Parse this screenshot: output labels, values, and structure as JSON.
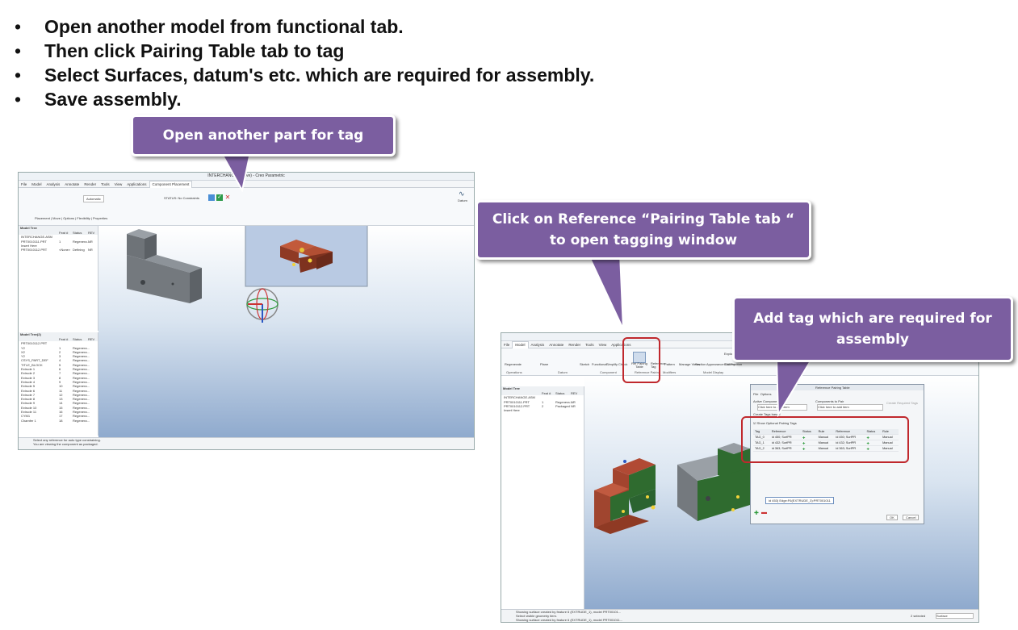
{
  "bullets": [
    "Open another model from functional tab.",
    "Then click Pairing Table tab to tag",
    "Select Surfaces, datum's etc. which are required for assembly.",
    "Save assembly."
  ],
  "bullet_symbol": "•",
  "callouts": {
    "open_part": "Open another part for tag",
    "pairing_table": "Click on Reference “Pairing Table tab “ to open tagging window",
    "add_tag": "Add tag which are required for assembly"
  },
  "colors": {
    "callout_bg": "#7b5ea0",
    "highlight": "#c0282d",
    "part_gray": "#7d8287",
    "part_brown": "#a0452f",
    "part_green": "#2f6b2f"
  },
  "left_window": {
    "title": "INTERCHANGE (Active) - Creo Parametric",
    "tabs": [
      "File",
      "Model",
      "Analysis",
      "Annotate",
      "Render",
      "Tools",
      "View",
      "Applications",
      "Component Placement"
    ],
    "active_tab": "Component Placement",
    "placement_tabs": [
      "Placement",
      "Move",
      "Options",
      "Flexibility",
      "Properties"
    ],
    "ribbon_status": "STATUS: No Constraints",
    "ribbon_mode": "Automatic",
    "datum_label": "Datum",
    "tree_title": "Model Tree",
    "tree_cols": [
      "Feat #",
      "Status",
      "REV"
    ],
    "tree_rows": [
      {
        "name": "INTERCHANGE.ASM",
        "feat": "",
        "status": "",
        "rev": ""
      },
      {
        "name": "PRT0010111.PRT",
        "feat": "1",
        "status": "Regenera...",
        "rev": "NR"
      },
      {
        "name": "Insert Here",
        "feat": "",
        "status": "",
        "rev": ""
      },
      {
        "name": "PRT0010112.PRT",
        "feat": "<None>",
        "status": "Defining",
        "rev": "NR"
      }
    ],
    "tree2_title": "Model Tree(2)",
    "tree2_rows": [
      {
        "name": "PRT0010112.PRT",
        "feat": "",
        "status": "",
        "rev": ""
      },
      {
        "name": "Y2",
        "feat": "1",
        "status": "Regenera...",
        "rev": ""
      },
      {
        "name": "X2",
        "feat": "2",
        "status": "Regenera...",
        "rev": ""
      },
      {
        "name": "Y2",
        "feat": "3",
        "status": "Regenera...",
        "rev": ""
      },
      {
        "name": "CSYS_PART_DEF",
        "feat": "4",
        "status": "Regenera...",
        "rev": ""
      },
      {
        "name": "TITLE_BLOCK",
        "feat": "5",
        "status": "Regenera...",
        "rev": ""
      },
      {
        "name": "Extrude 1",
        "feat": "6",
        "status": "Regenera...",
        "rev": ""
      },
      {
        "name": "Extrude 2",
        "feat": "7",
        "status": "Regenera...",
        "rev": ""
      },
      {
        "name": "Extrude 3",
        "feat": "8",
        "status": "Regenera...",
        "rev": ""
      },
      {
        "name": "Extrude 4",
        "feat": "9",
        "status": "Regenera...",
        "rev": ""
      },
      {
        "name": "Extrude 5",
        "feat": "10",
        "status": "Regenera...",
        "rev": ""
      },
      {
        "name": "Extrude 6",
        "feat": "11",
        "status": "Regenera...",
        "rev": ""
      },
      {
        "name": "Extrude 7",
        "feat": "12",
        "status": "Regenera...",
        "rev": ""
      },
      {
        "name": "Extrude 8",
        "feat": "13",
        "status": "Regenera...",
        "rev": ""
      },
      {
        "name": "Extrude 9",
        "feat": "14",
        "status": "Regenera...",
        "rev": ""
      },
      {
        "name": "Extrude 10",
        "feat": "15",
        "status": "Regenera...",
        "rev": ""
      },
      {
        "name": "Extrude 11",
        "feat": "16",
        "status": "Regenera...",
        "rev": ""
      },
      {
        "name": "CYM1",
        "feat": "17",
        "status": "Regenera...",
        "rev": ""
      },
      {
        "name": "Chamfer 1",
        "feat": "18",
        "status": "Regenera...",
        "rev": ""
      }
    ],
    "status_lines": [
      "Select any reference for auto type constraining.",
      "You are viewing the component as packaged."
    ]
  },
  "right_window": {
    "tabs": [
      "File",
      "Model",
      "Analysis",
      "Annotate",
      "Render",
      "Tools",
      "View",
      "Applications"
    ],
    "active_tab": "Model",
    "ribbon_groups": [
      "Operations",
      "Datum",
      "Component",
      "Reference Pairing",
      "Modifiers",
      "Model Display"
    ],
    "ribbon_buttons": [
      "Regenerate",
      "Plane",
      "Sketch",
      "Functional",
      "Simplify",
      "Check",
      "Ref Pairing Table",
      "Reference Tag",
      "Pattern",
      "Manage Views",
      "Section",
      "Appearance Gallery",
      "Explode",
      "Edit Position"
    ],
    "tree_title": "Model Tree",
    "tree_cols": [
      "Feat #",
      "Status",
      "REV"
    ],
    "tree_rows": [
      {
        "name": "INTERCHANGE.ASM",
        "feat": "",
        "status": "",
        "rev": ""
      },
      {
        "name": "PRT0010111.PRT",
        "feat": "1",
        "status": "Regenera...",
        "rev": "NR"
      },
      {
        "name": "PRT0010112.PRT",
        "feat": "2",
        "status": "Packaged",
        "rev": "NR"
      },
      {
        "name": "Insert Here",
        "feat": "",
        "status": "",
        "rev": ""
      }
    ],
    "dialog": {
      "title": "Reference Pairing Table",
      "menu": [
        "File",
        "Options"
      ],
      "active_component": "Active Component",
      "components_to_pair": "Components to Pair",
      "click_add_item": "Click here to add item",
      "create_tags_based": "Create Tags based",
      "create_required_tags": "Create Required Tags",
      "show_optional": "Show Optional Pairing Tags",
      "table_headers": [
        "Tag",
        "Reference",
        "Status",
        "Rule",
        "Reference",
        "Status",
        "Rule"
      ],
      "table_rows": [
        [
          "TAG_0",
          "id 450; SurfPR",
          "Manual",
          "id 450; SurfPR",
          "Manual"
        ],
        [
          "TAG_1",
          "id 432; SurfPR",
          "Manual",
          "id 432; SurfPR",
          "Manual"
        ],
        [
          "TAG_2",
          "id 363; SurfPR",
          "Manual",
          "id 363; SurfPR",
          "Manual"
        ]
      ],
      "tooltip": "id 453) Edge:F6(EXTRUDE_3):PRT001011",
      "ok": "OK",
      "cancel": "Cancel"
    },
    "status_lines": [
      "Showing surface created by feature 6 (EXTRUDE_1), model PRT00101...",
      "Select visible geometry item.",
      "Showing surface created by feature 6 (EXTRUDE_1), model PRT001011..."
    ],
    "selected": "2 selected",
    "filter": "Surface"
  }
}
